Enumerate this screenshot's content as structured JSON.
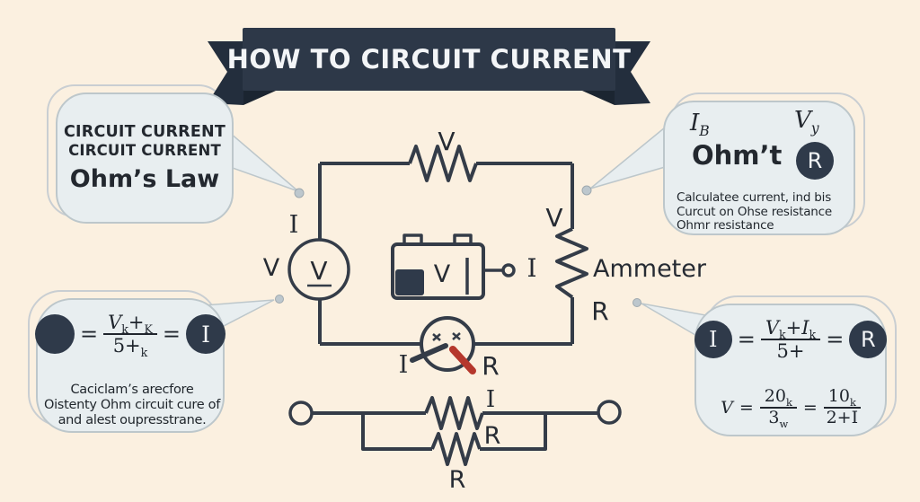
{
  "banner": {
    "title": "HOW TO CIRCUIT CURRENT"
  },
  "callout_top_left": {
    "line1": "CIRCUIT CURRENT",
    "line2": "CIRCUIT CURRENT",
    "heading": "Ohm’s Law"
  },
  "callout_top_right": {
    "var1_base": "I",
    "var1_sub": "B",
    "var2_base": "V",
    "var2_sub": "y",
    "heading": "Ohm’t",
    "badge": "R",
    "line1": "Calculatee current, ind bis",
    "line2": "Curcut on Ohse resistance",
    "line3": "Ohmr resistance"
  },
  "callout_bottom_left": {
    "equals": "=",
    "num_base": "V",
    "num_sub": "k",
    "num_op": "+",
    "num_op_sub": "K",
    "den_base": "5+",
    "den_sub": "k",
    "badge_right": "I",
    "line1": "Caciclam’s arecfore",
    "line2": "Oistenty Ohm circuit cure of",
    "line3": "and alest oupresstrane."
  },
  "callout_bottom_right": {
    "equals": "=",
    "badge_left": "I",
    "r1_num_base": "V",
    "r1_num_sub": "k",
    "r1_num_op": "+",
    "r1_num_base2": "I",
    "r1_num_sub2": "k",
    "r1_den": "5+",
    "badge_right": "R",
    "r2_lead": "V",
    "r2_num1": "20",
    "r2_num1_sub": "k",
    "r2_den1": "3",
    "r2_den1_sub": "w",
    "r2_num2": "10",
    "r2_num2_sub": "k",
    "r2_den2": "2+I"
  },
  "circuit": {
    "top_resistor_label": "V",
    "loop_current_label": "I",
    "voltmeter_side_label": "V",
    "voltmeter_face_label": "V",
    "battery_label": "V",
    "battery_terminal_label": "I",
    "right_resistor_voltage_label": "V",
    "ammeter_label": "Ammeter",
    "right_resistor_label": "R",
    "meter_current_label": "I",
    "meter_resistance_label": "R",
    "parallel_current_label": "I",
    "parallel_mid_label": "R",
    "parallel_bottom_label": "R"
  },
  "colors": {
    "background": "#fbf0e0",
    "banner": "#2d3848",
    "banner_flag": "#232e3d",
    "banner_fold": "#1b2531",
    "callout_fill": "#e8eef0",
    "callout_border": "#bdc7cb",
    "circuit_stroke": "#343c48",
    "badge": "#2f3a4a",
    "needle_red": "#b5372c"
  }
}
